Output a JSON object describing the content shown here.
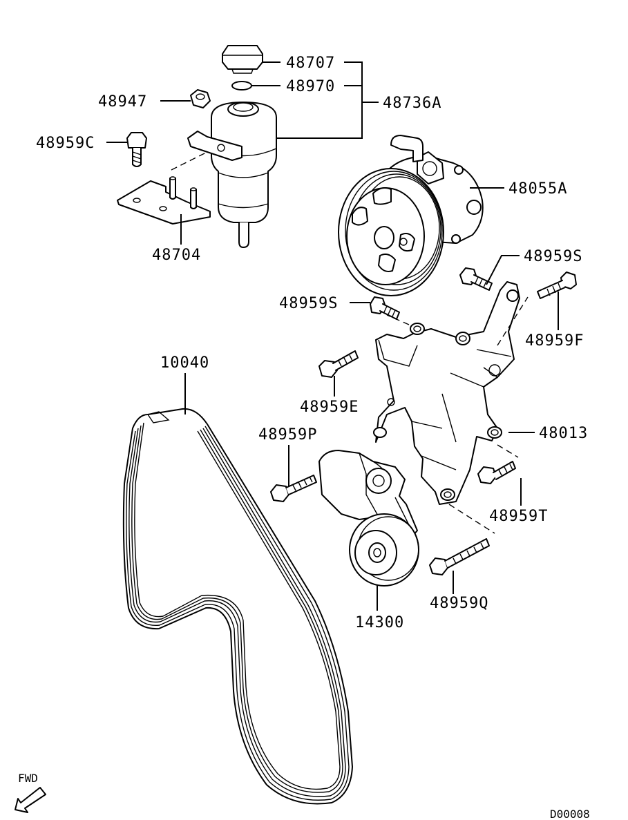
{
  "diagram": {
    "code": "D00008",
    "direction_label": "FWD",
    "parts": {
      "cap": "48707",
      "o_ring": "48970",
      "reservoir_assy": "48736A",
      "nut": "48947",
      "bolt_c": "48959C",
      "bracket": "48704",
      "pump": "48055A",
      "bolt_s_upper": "48959S",
      "bolt_s_lower": "48959S",
      "bolt_f": "48959F",
      "belt": "10040",
      "bolt_e": "48959E",
      "pump_bracket": "48013",
      "bolt_p": "48959P",
      "bolt_t": "48959T",
      "tensioner": "14300",
      "bolt_q": "48959Q"
    }
  }
}
